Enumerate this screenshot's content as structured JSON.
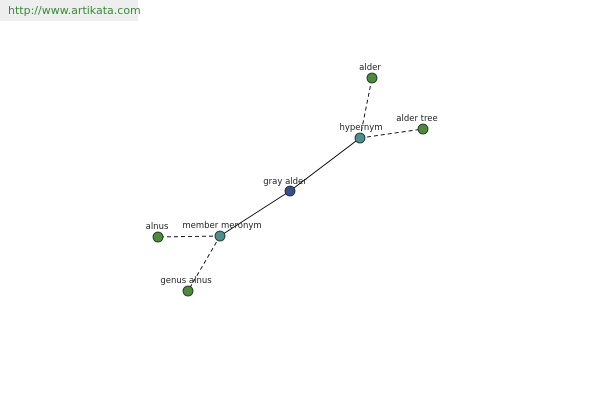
{
  "source_link": "http://www.artikata.com",
  "colors": {
    "focus_node": "#3a4e8c",
    "relation_node": "#4e8e8e",
    "leaf_node": "#4e8a3e",
    "edge": "#000000"
  },
  "nodes": [
    {
      "id": "gray-alder",
      "label": "gray alder",
      "kind": "focus"
    },
    {
      "id": "hypernym",
      "label": "hypernym",
      "kind": "relation"
    },
    {
      "id": "member-meronym",
      "label": "member meronym",
      "kind": "relation"
    },
    {
      "id": "alder",
      "label": "alder",
      "kind": "leaf"
    },
    {
      "id": "alder-tree",
      "label": "alder tree",
      "kind": "leaf"
    },
    {
      "id": "alnus",
      "label": "alnus",
      "kind": "leaf"
    },
    {
      "id": "genus-alnus",
      "label": "genus alnus",
      "kind": "leaf"
    }
  ],
  "edges": [
    {
      "from": "gray-alder",
      "to": "hypernym",
      "style": "solid"
    },
    {
      "from": "gray-alder",
      "to": "member-meronym",
      "style": "solid"
    },
    {
      "from": "hypernym",
      "to": "alder",
      "style": "dashed"
    },
    {
      "from": "hypernym",
      "to": "alder-tree",
      "style": "dashed"
    },
    {
      "from": "member-meronym",
      "to": "alnus",
      "style": "dashed"
    },
    {
      "from": "member-meronym",
      "to": "genus-alnus",
      "style": "dashed"
    }
  ]
}
